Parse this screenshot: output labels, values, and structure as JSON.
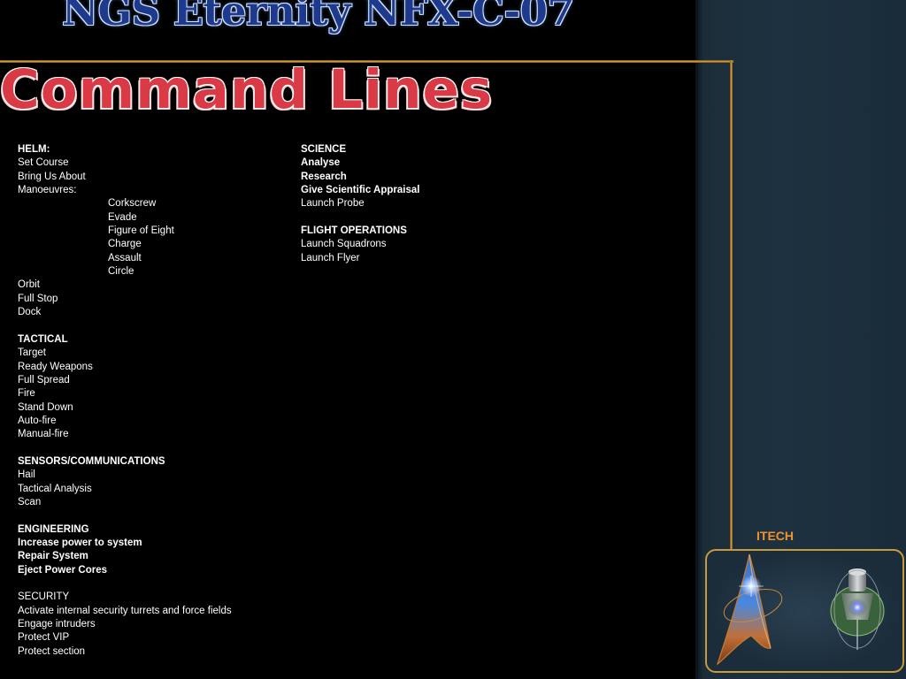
{
  "header": {
    "title": "NGS Eternity NFX-C-07",
    "subtitle": "Command Lines"
  },
  "left_column": {
    "helm": {
      "heading": "HELM:",
      "items": [
        "Set Course",
        "Bring Us About",
        "Manoeuvres:"
      ],
      "manoeuvres": [
        "Corkscrew",
        "Evade",
        "Figure of Eight",
        "Charge",
        "Assault",
        "Circle"
      ],
      "more_items": [
        "Orbit",
        "Full Stop",
        "Dock"
      ]
    },
    "tactical": {
      "heading": "TACTICAL",
      "items": [
        "Target",
        "Ready Weapons",
        "Full Spread",
        "Fire",
        "Stand Down",
        "Auto-fire",
        "Manual-fire"
      ]
    },
    "sensors": {
      "heading": "SENSORS/COMMUNICATIONS",
      "items": [
        "Hail",
        "Tactical Analysis",
        "Scan"
      ]
    },
    "engineering": {
      "heading": "ENGINEERING",
      "items": [
        "Increase power to system",
        "Repair System",
        "Eject Power Cores"
      ]
    },
    "security": {
      "heading": "SECURITY",
      "items": [
        "Activate internal security turrets and force fields",
        "Engage intruders",
        "Protect VIP",
        "Protect section"
      ]
    }
  },
  "right_column": {
    "science": {
      "heading": "SCIENCE",
      "bold_items": [
        "Analyse",
        "Research",
        "Give Scientific Appraisal"
      ],
      "items": [
        "Launch Probe"
      ]
    },
    "flight_ops": {
      "heading": "FLIGHT OPERATIONS",
      "items": [
        "Launch Squadrons",
        "Launch Flyer"
      ]
    }
  },
  "brand": {
    "label": "ITECH",
    "icons": [
      "delta-insignia-icon",
      "probe-lamp-icon"
    ]
  },
  "colors": {
    "title": "#1e3a8c",
    "subtitle": "#d93a46",
    "gold": "#e0a640",
    "itech": "#f0922a",
    "panel": "#1d3140"
  }
}
